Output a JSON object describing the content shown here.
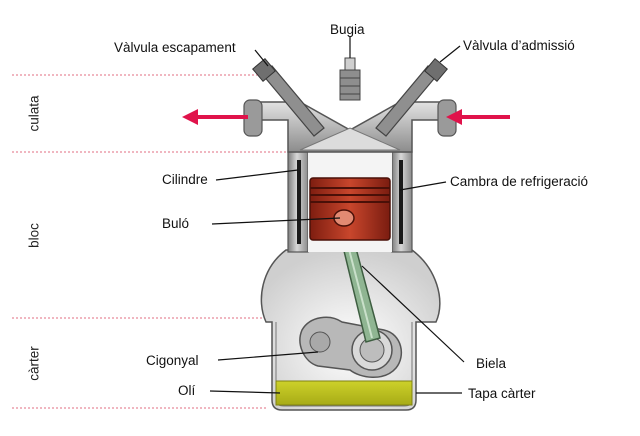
{
  "labels": {
    "exhaust_valve": "Vàlvula escapament",
    "spark_plug": "Bugia",
    "intake_valve": "Vàlvula d’admissió",
    "cylinder": "Cilindre",
    "cooling_chamber": "Cambra de refrigeració",
    "piston_pin": "Buló",
    "crankshaft": "Cigonyal",
    "con_rod": "Biela",
    "oil": "Olí",
    "crankcase_cover": "Tapa càrter"
  },
  "sections": {
    "head": "culata",
    "block": "bloc",
    "crankcase": "càrter"
  },
  "colors": {
    "arrow": "#e0134b",
    "section_divider": "#e88a9a",
    "piston": "#b8321f",
    "oil": "#b9be1e",
    "con_rod": "#8fb592",
    "metal": "#9a9a9a"
  }
}
